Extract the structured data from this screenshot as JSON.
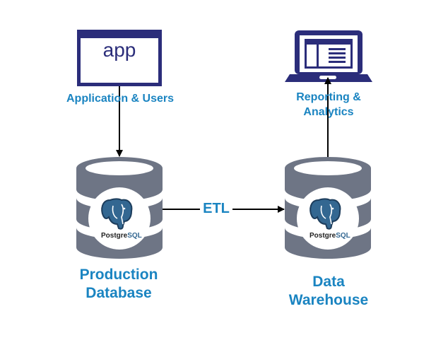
{
  "diagram": {
    "nodes": {
      "app": {
        "icon": "app-window-icon",
        "icon_text": "app",
        "label": "Application & Users"
      },
      "reporting": {
        "icon": "laptop-dashboard-icon",
        "label_line1": "Reporting &",
        "label_line2": "Analytics"
      },
      "production_db": {
        "icon": "database-cylinder-icon",
        "logo": "postgresql-logo",
        "logo_text_a": "Postgre",
        "logo_text_b": "SQL",
        "label_line1": "Production",
        "label_line2": "Database"
      },
      "data_warehouse": {
        "icon": "database-cylinder-icon",
        "logo": "postgresql-logo",
        "logo_text_a": "Postgre",
        "logo_text_b": "SQL",
        "label_line1": "Data",
        "label_line2": "Warehouse"
      }
    },
    "edges": [
      {
        "from": "app",
        "to": "production_db",
        "label": ""
      },
      {
        "from": "production_db",
        "to": "data_warehouse",
        "label": "ETL"
      },
      {
        "from": "data_warehouse",
        "to": "reporting",
        "label": ""
      }
    ],
    "colors": {
      "label_blue": "#1a84c1",
      "icon_navy": "#2b2d7a",
      "cylinder_gray": "#6e7585",
      "pg_blue": "#336791"
    }
  }
}
